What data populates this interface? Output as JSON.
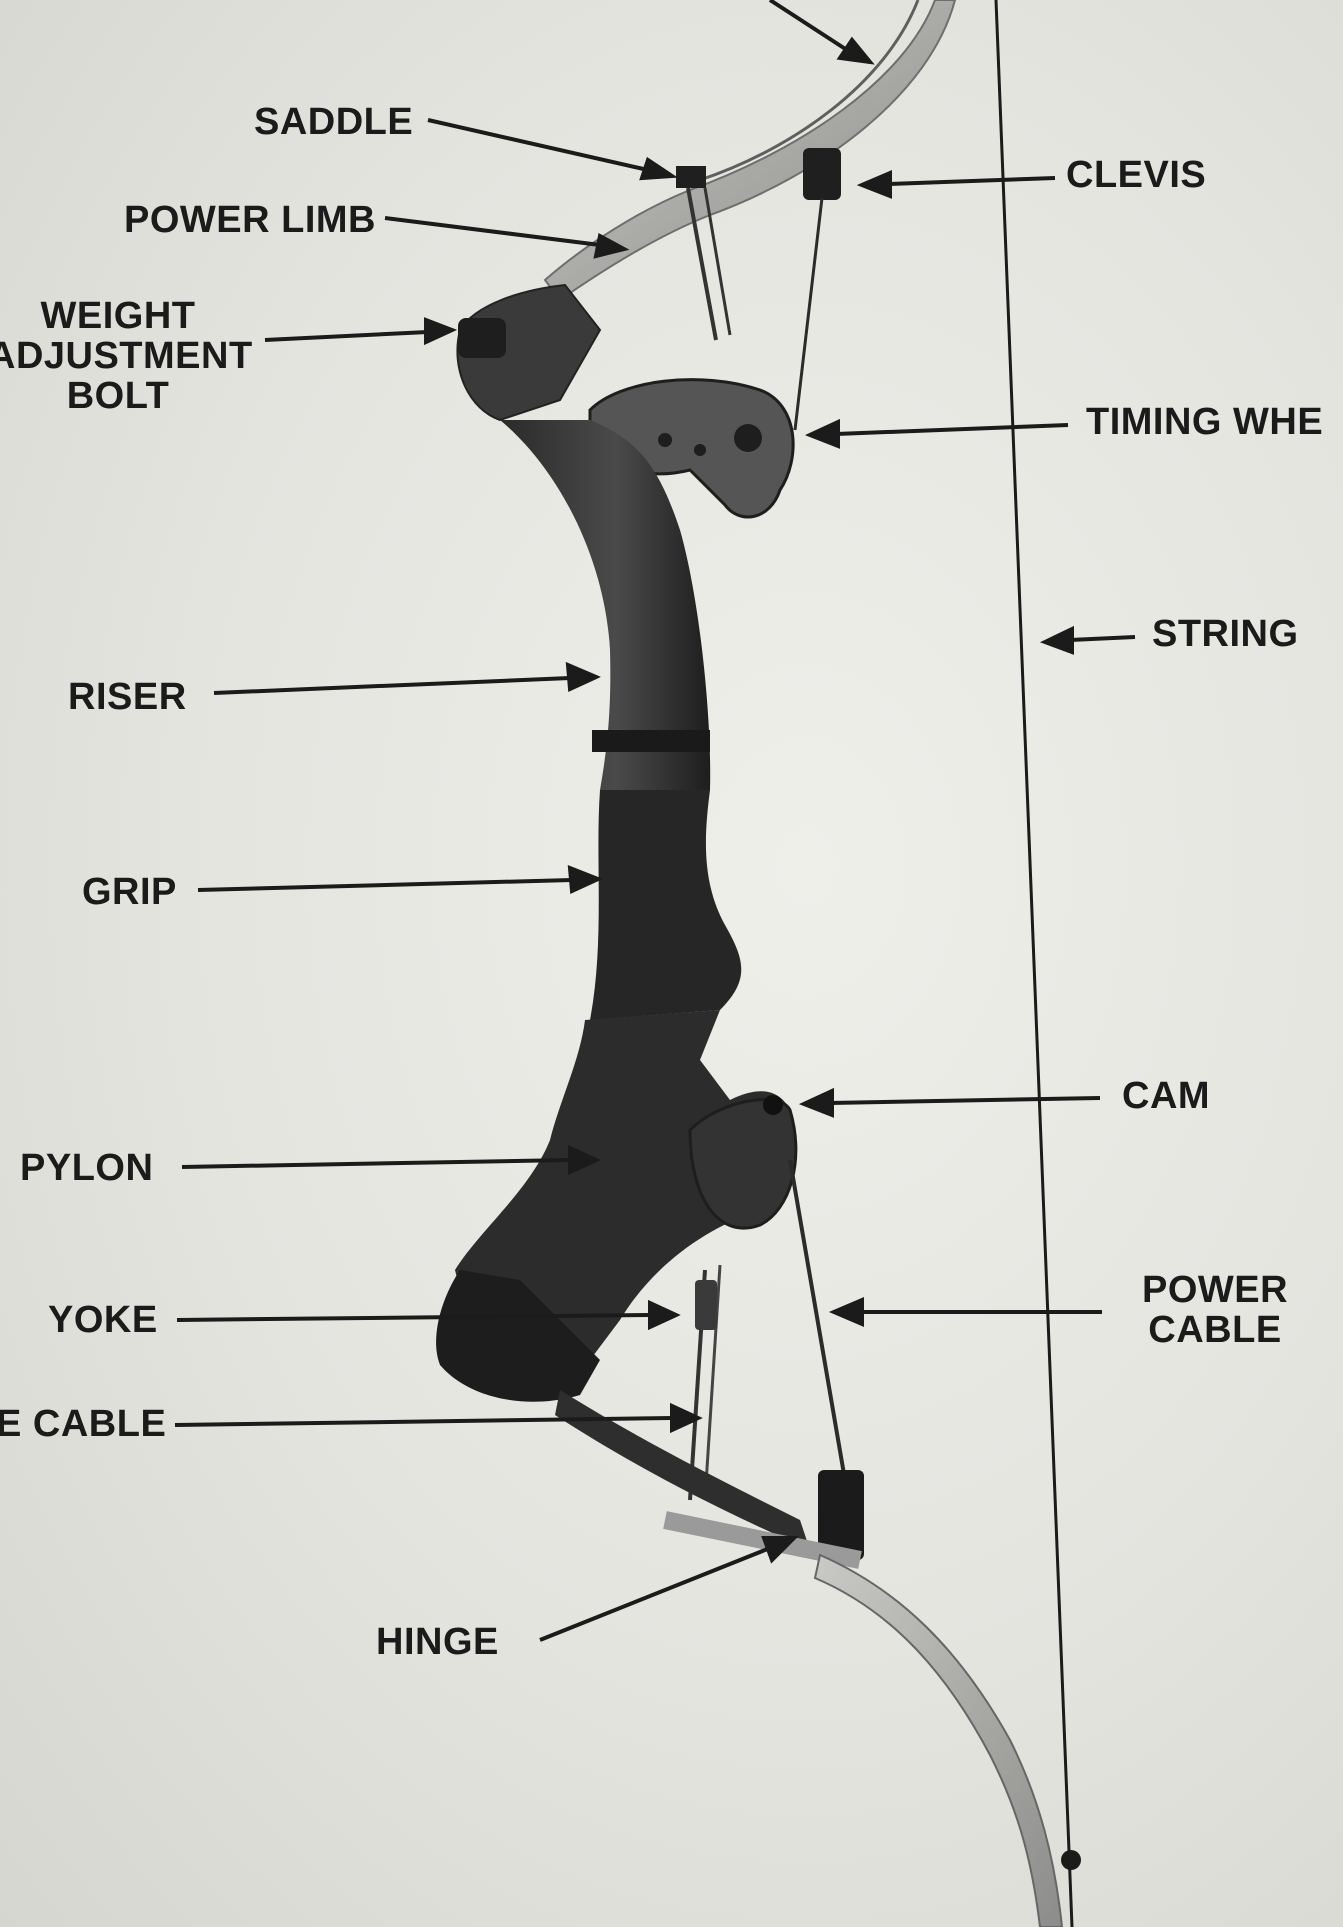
{
  "labels": {
    "saddle": "SADDLE",
    "power_limb": "POWER LIMB",
    "weight_adjustment_bolt": [
      "WEIGHT",
      "ADJUSTMENT",
      "BOLT"
    ],
    "clevis": "CLEVIS",
    "timing_wheel": "TIMING WHE",
    "string": "STRING",
    "riser": "RISER",
    "grip": "GRIP",
    "cam": "CAM",
    "pylon": "PYLON",
    "power_cable": [
      "POWER",
      "CABLE"
    ],
    "yoke": "YOKE",
    "cable": "E CABLE",
    "hinge": "HINGE"
  },
  "colors": {
    "paper": "#e6e6e1",
    "ink": "#1b1b1b",
    "riser_dark": "#262626",
    "limb_gray": "#9a9a9a"
  }
}
